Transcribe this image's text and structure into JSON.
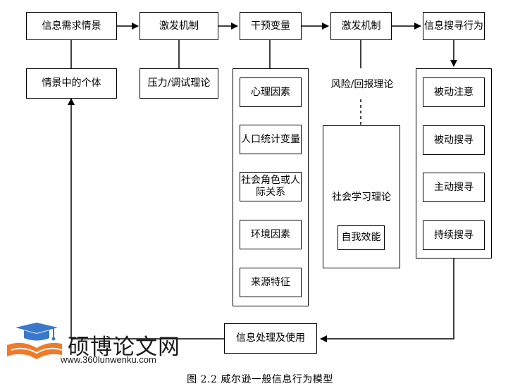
{
  "top_row": {
    "info_need_context": "信息需求情景",
    "activating_mechanism_1": "激发机制",
    "intervening_variables": "干预变量",
    "activating_mechanism_2": "激发机制",
    "info_seeking_behavior": "信息搜寻行为"
  },
  "second_row": {
    "person_in_context": "情景中的个体",
    "stress_coping_theory": "压力/调试理论",
    "risk_reward_theory": "风险/回报理论"
  },
  "intervening_items": [
    "心理因素",
    "人口统计变量",
    "社会角色或人际关系",
    "环境因素",
    "来源特征"
  ],
  "social_learning": {
    "title": "社会学习理论",
    "self_efficacy": "自我效能"
  },
  "seeking_modes": [
    "被动注意",
    "被动搜寻",
    "主动搜寻",
    "持续搜寻"
  ],
  "info_processing": "信息处理及使用",
  "watermark": {
    "site_name": "硕博论文网",
    "url": "www.360lunwenku.com"
  },
  "caption": "图 2.2  威尔逊一般信息行为模型"
}
